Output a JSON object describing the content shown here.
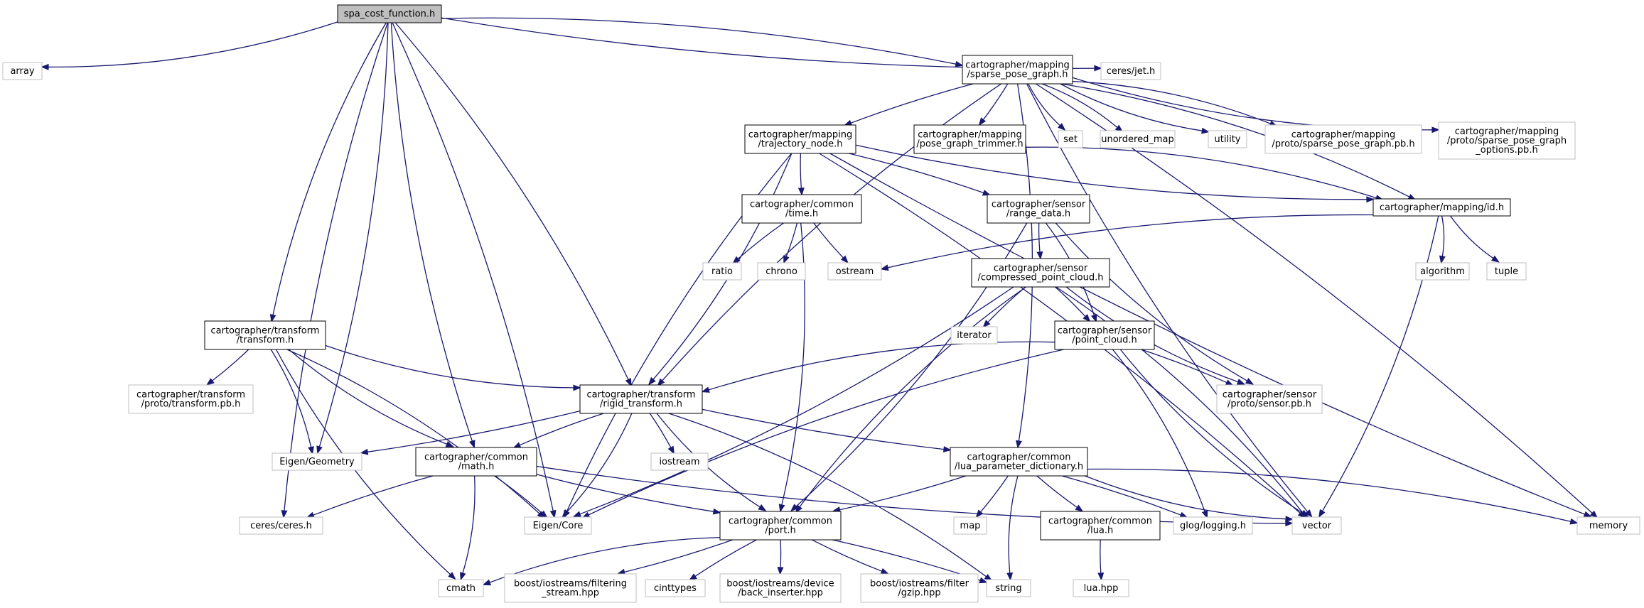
{
  "colors": {
    "edge": "#191970",
    "root_fill": "#bfbfbf",
    "root_border": "#000000",
    "local_border": "#000000",
    "external_border": "#bfbfbf",
    "text": "#000000",
    "background": "#ffffff"
  },
  "nodes": [
    {
      "id": "spa",
      "kind": "root",
      "lines": [
        "spa_cost_function.h"
      ]
    },
    {
      "id": "array",
      "kind": "external",
      "lines": [
        "array"
      ]
    },
    {
      "id": "ceres_jet",
      "kind": "external",
      "lines": [
        "ceres/jet.h"
      ]
    },
    {
      "id": "sparse_pose_graph",
      "kind": "local",
      "lines": [
        "cartographer/mapping",
        "/sparse_pose_graph.h"
      ]
    },
    {
      "id": "trajectory_node",
      "kind": "local",
      "lines": [
        "cartographer/mapping",
        "/trajectory_node.h"
      ]
    },
    {
      "id": "pose_graph_trimmer",
      "kind": "local",
      "lines": [
        "cartographer/mapping",
        "/pose_graph_trimmer.h"
      ]
    },
    {
      "id": "set",
      "kind": "external",
      "lines": [
        "set"
      ]
    },
    {
      "id": "unordered_map",
      "kind": "external",
      "lines": [
        "unordered_map"
      ]
    },
    {
      "id": "utility",
      "kind": "external",
      "lines": [
        "utility"
      ]
    },
    {
      "id": "sparse_pose_graph_pb",
      "kind": "external",
      "lines": [
        "cartographer/mapping",
        "/proto/sparse_pose_graph.pb.h"
      ]
    },
    {
      "id": "sparse_pose_graph_options_pb",
      "kind": "external",
      "lines": [
        "cartographer/mapping",
        "/proto/sparse_pose_graph",
        "_options.pb.h"
      ]
    },
    {
      "id": "common_time",
      "kind": "local",
      "lines": [
        "cartographer/common",
        "/time.h"
      ]
    },
    {
      "id": "sensor_range_data",
      "kind": "local",
      "lines": [
        "cartographer/sensor",
        "/range_data.h"
      ]
    },
    {
      "id": "mapping_id",
      "kind": "local",
      "lines": [
        "cartographer/mapping/id.h"
      ]
    },
    {
      "id": "ratio",
      "kind": "external",
      "lines": [
        "ratio"
      ]
    },
    {
      "id": "chrono",
      "kind": "external",
      "lines": [
        "chrono"
      ]
    },
    {
      "id": "ostream",
      "kind": "external",
      "lines": [
        "ostream"
      ]
    },
    {
      "id": "compressed_point_cloud",
      "kind": "local",
      "lines": [
        "cartographer/sensor",
        "/compressed_point_cloud.h"
      ]
    },
    {
      "id": "algorithm",
      "kind": "external",
      "lines": [
        "algorithm"
      ]
    },
    {
      "id": "tuple",
      "kind": "external",
      "lines": [
        "tuple"
      ]
    },
    {
      "id": "iterator",
      "kind": "external",
      "lines": [
        "iterator"
      ]
    },
    {
      "id": "sensor_point_cloud",
      "kind": "local",
      "lines": [
        "cartographer/sensor",
        "/point_cloud.h"
      ]
    },
    {
      "id": "transform_transform",
      "kind": "local",
      "lines": [
        "cartographer/transform",
        "/transform.h"
      ]
    },
    {
      "id": "transform_proto",
      "kind": "external",
      "lines": [
        "cartographer/transform",
        "/proto/transform.pb.h"
      ]
    },
    {
      "id": "rigid_transform",
      "kind": "local",
      "lines": [
        "cartographer/transform",
        "/rigid_transform.h"
      ]
    },
    {
      "id": "sensor_pb",
      "kind": "external",
      "lines": [
        "cartographer/sensor",
        "/proto/sensor.pb.h"
      ]
    },
    {
      "id": "eigen_geometry",
      "kind": "external",
      "lines": [
        "Eigen/Geometry"
      ]
    },
    {
      "id": "common_math",
      "kind": "local",
      "lines": [
        "cartographer/common",
        "/math.h"
      ]
    },
    {
      "id": "iostream",
      "kind": "external",
      "lines": [
        "iostream"
      ]
    },
    {
      "id": "lua_parameter_dictionary",
      "kind": "local",
      "lines": [
        "cartographer/common",
        "/lua_parameter_dictionary.h"
      ]
    },
    {
      "id": "ceres_ceres",
      "kind": "external",
      "lines": [
        "ceres/ceres.h"
      ]
    },
    {
      "id": "eigen_core",
      "kind": "external",
      "lines": [
        "Eigen/Core"
      ]
    },
    {
      "id": "common_port",
      "kind": "local",
      "lines": [
        "cartographer/common",
        "/port.h"
      ]
    },
    {
      "id": "map",
      "kind": "external",
      "lines": [
        "map"
      ]
    },
    {
      "id": "common_lua",
      "kind": "local",
      "lines": [
        "cartographer/common",
        "/lua.h"
      ]
    },
    {
      "id": "glog_logging",
      "kind": "external",
      "lines": [
        "glog/logging.h"
      ]
    },
    {
      "id": "vector",
      "kind": "external",
      "lines": [
        "vector"
      ]
    },
    {
      "id": "memory",
      "kind": "external",
      "lines": [
        "memory"
      ]
    },
    {
      "id": "cmath",
      "kind": "external",
      "lines": [
        "cmath"
      ]
    },
    {
      "id": "filtering_stream",
      "kind": "external",
      "lines": [
        "boost/iostreams/filtering",
        "_stream.hpp"
      ]
    },
    {
      "id": "cinttypes",
      "kind": "external",
      "lines": [
        "cinttypes"
      ]
    },
    {
      "id": "back_inserter",
      "kind": "external",
      "lines": [
        "boost/iostreams/device",
        "/back_inserter.hpp"
      ]
    },
    {
      "id": "gzip",
      "kind": "external",
      "lines": [
        "boost/iostreams/filter",
        "/gzip.hpp"
      ]
    },
    {
      "id": "string",
      "kind": "external",
      "lines": [
        "string"
      ]
    },
    {
      "id": "lua_hpp",
      "kind": "external",
      "lines": [
        "lua.hpp"
      ]
    }
  ],
  "edges": [
    [
      "spa",
      "array"
    ],
    [
      "spa",
      "ceres_jet"
    ],
    [
      "spa",
      "sparse_pose_graph"
    ],
    [
      "spa",
      "transform_transform"
    ],
    [
      "spa",
      "eigen_geometry"
    ],
    [
      "spa",
      "common_math"
    ],
    [
      "spa",
      "rigid_transform"
    ],
    [
      "spa",
      "ceres_ceres"
    ],
    [
      "spa",
      "eigen_core"
    ],
    [
      "sparse_pose_graph",
      "trajectory_node"
    ],
    [
      "sparse_pose_graph",
      "pose_graph_trimmer"
    ],
    [
      "sparse_pose_graph",
      "set"
    ],
    [
      "sparse_pose_graph",
      "unordered_map"
    ],
    [
      "sparse_pose_graph",
      "utility"
    ],
    [
      "sparse_pose_graph",
      "sparse_pose_graph_pb"
    ],
    [
      "sparse_pose_graph",
      "sparse_pose_graph_options_pb"
    ],
    [
      "sparse_pose_graph",
      "mapping_id"
    ],
    [
      "sparse_pose_graph",
      "rigid_transform"
    ],
    [
      "sparse_pose_graph",
      "lua_parameter_dictionary"
    ],
    [
      "sparse_pose_graph",
      "vector"
    ],
    [
      "sparse_pose_graph",
      "memory"
    ],
    [
      "trajectory_node",
      "common_time"
    ],
    [
      "trajectory_node",
      "sensor_range_data"
    ],
    [
      "trajectory_node",
      "mapping_id"
    ],
    [
      "trajectory_node",
      "rigid_transform"
    ],
    [
      "trajectory_node",
      "eigen_core"
    ],
    [
      "trajectory_node",
      "vector"
    ],
    [
      "trajectory_node",
      "memory"
    ],
    [
      "pose_graph_trimmer",
      "mapping_id"
    ],
    [
      "common_time",
      "ratio"
    ],
    [
      "common_time",
      "chrono"
    ],
    [
      "common_time",
      "ostream"
    ],
    [
      "common_time",
      "common_port"
    ],
    [
      "sensor_range_data",
      "compressed_point_cloud"
    ],
    [
      "sensor_range_data",
      "sensor_point_cloud"
    ],
    [
      "sensor_range_data",
      "sensor_pb"
    ],
    [
      "sensor_range_data",
      "common_port"
    ],
    [
      "mapping_id",
      "ostream"
    ],
    [
      "mapping_id",
      "algorithm"
    ],
    [
      "mapping_id",
      "tuple"
    ],
    [
      "mapping_id",
      "vector"
    ],
    [
      "compressed_point_cloud",
      "iterator"
    ],
    [
      "compressed_point_cloud",
      "sensor_point_cloud"
    ],
    [
      "compressed_point_cloud",
      "sensor_pb"
    ],
    [
      "compressed_point_cloud",
      "eigen_core"
    ],
    [
      "compressed_point_cloud",
      "common_port"
    ],
    [
      "compressed_point_cloud",
      "vector"
    ],
    [
      "sensor_point_cloud",
      "rigid_transform"
    ],
    [
      "sensor_point_cloud",
      "sensor_pb"
    ],
    [
      "sensor_point_cloud",
      "eigen_core"
    ],
    [
      "sensor_point_cloud",
      "glog_logging"
    ],
    [
      "sensor_point_cloud",
      "vector"
    ],
    [
      "transform_transform",
      "transform_proto"
    ],
    [
      "transform_transform",
      "rigid_transform"
    ],
    [
      "transform_transform",
      "eigen_geometry"
    ],
    [
      "transform_transform",
      "common_math"
    ],
    [
      "transform_transform",
      "eigen_core"
    ],
    [
      "transform_transform",
      "cmath"
    ],
    [
      "rigid_transform",
      "eigen_geometry"
    ],
    [
      "rigid_transform",
      "common_math"
    ],
    [
      "rigid_transform",
      "iostream"
    ],
    [
      "rigid_transform",
      "lua_parameter_dictionary"
    ],
    [
      "rigid_transform",
      "eigen_core"
    ],
    [
      "rigid_transform",
      "common_port"
    ],
    [
      "rigid_transform",
      "string"
    ],
    [
      "common_math",
      "ceres_ceres"
    ],
    [
      "common_math",
      "eigen_core"
    ],
    [
      "common_math",
      "common_port"
    ],
    [
      "common_math",
      "cmath"
    ],
    [
      "common_math",
      "vector"
    ],
    [
      "lua_parameter_dictionary",
      "map"
    ],
    [
      "lua_parameter_dictionary",
      "common_lua"
    ],
    [
      "lua_parameter_dictionary",
      "glog_logging"
    ],
    [
      "lua_parameter_dictionary",
      "vector"
    ],
    [
      "lua_parameter_dictionary",
      "memory"
    ],
    [
      "lua_parameter_dictionary",
      "string"
    ],
    [
      "lua_parameter_dictionary",
      "common_port"
    ],
    [
      "common_port",
      "cmath"
    ],
    [
      "common_port",
      "filtering_stream"
    ],
    [
      "common_port",
      "cinttypes"
    ],
    [
      "common_port",
      "back_inserter"
    ],
    [
      "common_port",
      "gzip"
    ],
    [
      "common_port",
      "string"
    ],
    [
      "common_lua",
      "lua_hpp"
    ]
  ]
}
